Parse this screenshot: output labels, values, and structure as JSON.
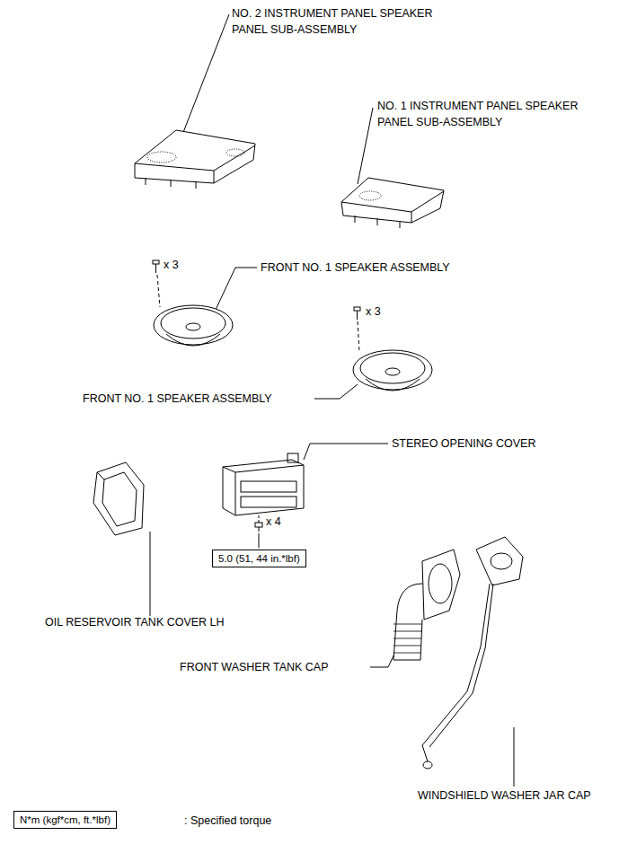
{
  "diagram": {
    "nodes": [
      {
        "text": [
          "5.0 (51, 44 in.*lbf)"
        ]
      },
      {
        "text": [
          "N*m (kgf*cm, ft.*lbf)"
        ]
      }
    ],
    "labels": [
      "NO. 2 INSTRUMENT PANEL SPEAKER PANEL SUB-ASSEMBLY",
      "NO. 1 INSTRUMENT PANEL SPEAKER PANEL SUB-ASSEMBLY",
      "x 3",
      "FRONT NO. 1 SPEAKER ASSEMBLY",
      "x 3",
      "FRONT NO. 1 SPEAKER ASSEMBLY",
      "STEREO OPENING COVER",
      "x 4",
      "OIL RESERVOIR TANK COVER LH",
      "FRONT WASHER TANK CAP",
      "WINDSHIELD WASHER JAR CAP",
      ": Specified torque"
    ]
  }
}
